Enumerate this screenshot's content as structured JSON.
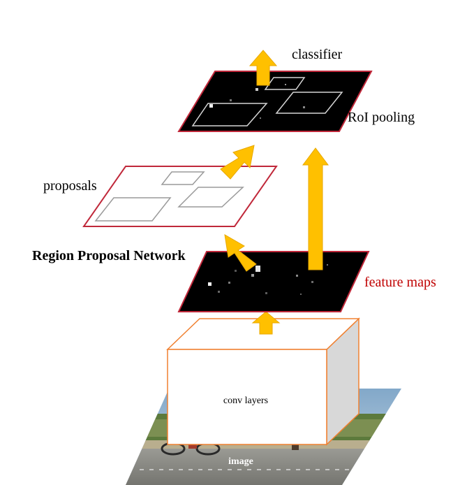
{
  "labels": {
    "classifier": "classifier",
    "roi_pooling": "RoI pooling",
    "proposals": "proposals",
    "rpn": "Region Proposal Network",
    "feature_maps": "feature maps",
    "conv_layers": "conv layers",
    "image": "image"
  },
  "colors": {
    "arrow": "#FFC000",
    "arrow_stroke": "#E8A800",
    "proposals_border": "#C0283A",
    "feature_map_border": "#C0283A",
    "feature_maps_text": "#C00000",
    "conv_box_border": "#F08030",
    "map_fill": "#000000",
    "box_side": "#D8D8D8"
  }
}
